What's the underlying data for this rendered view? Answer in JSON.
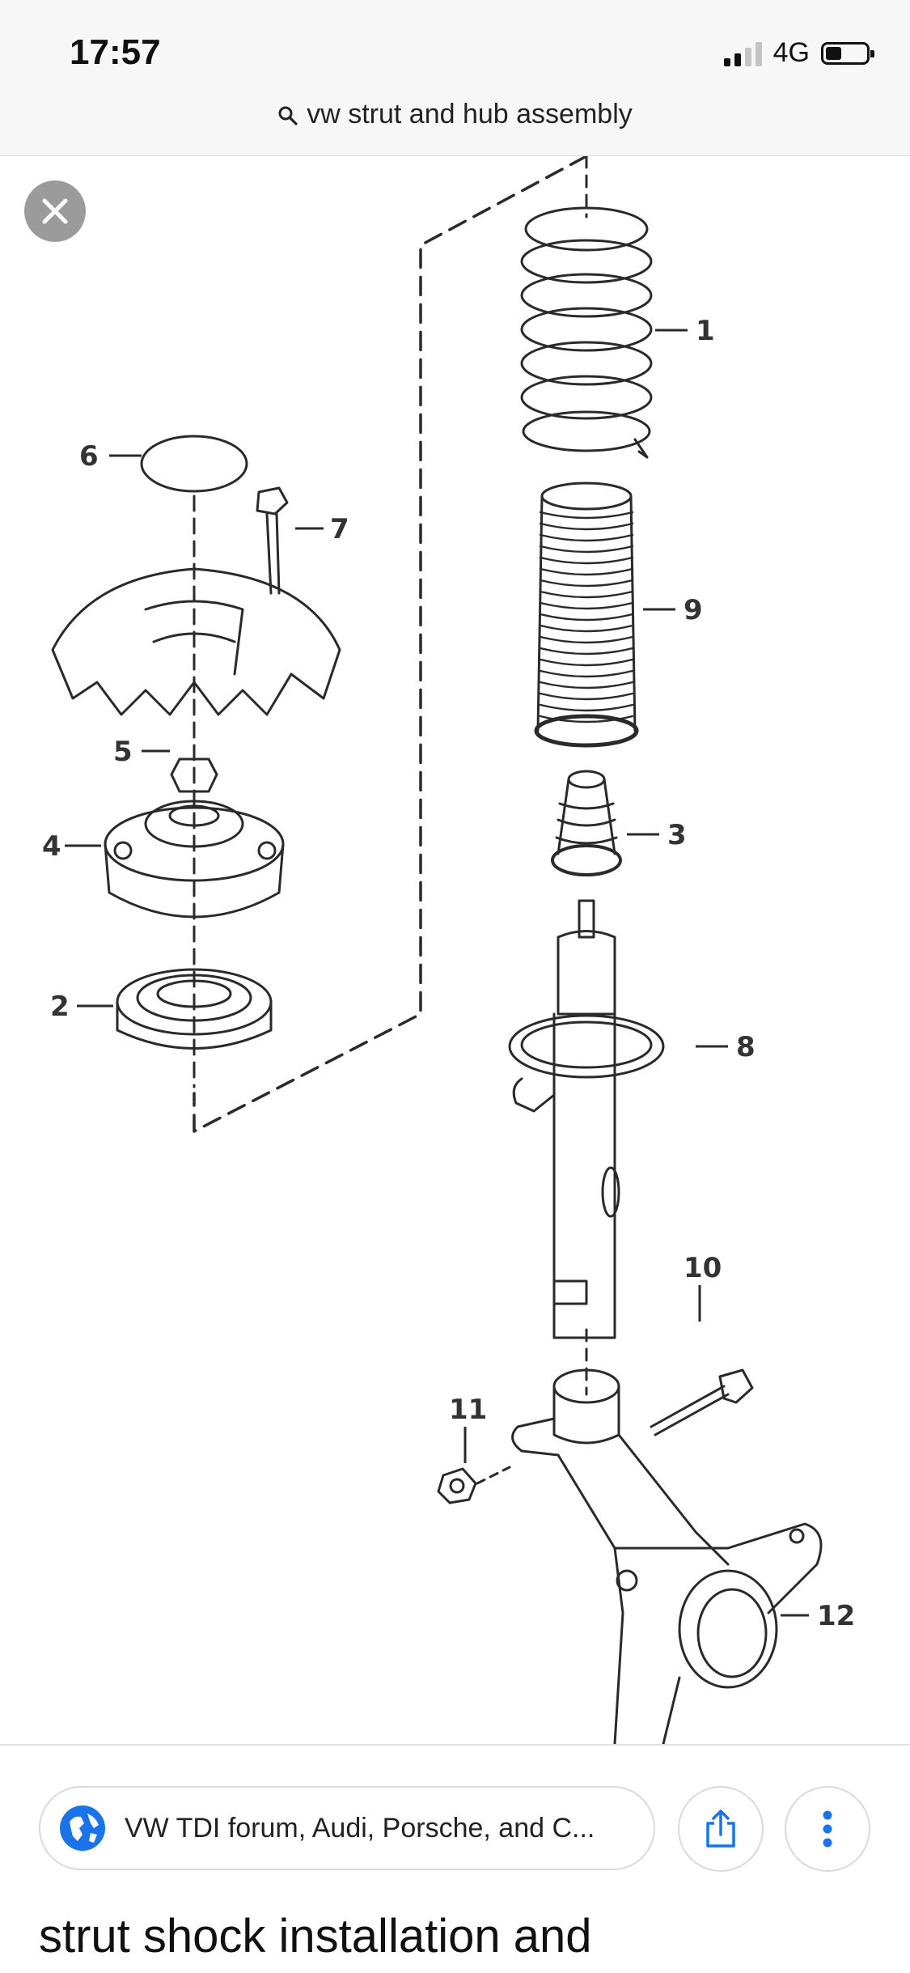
{
  "status_bar": {
    "time": "17:57",
    "network": "4G",
    "signal_bars_active": 2,
    "signal_bars_total": 4,
    "battery_level_percent": 40
  },
  "search": {
    "query": "vw strut and hub assembly",
    "icon": "search-icon"
  },
  "viewer": {
    "close_icon": "close-icon",
    "diagram_labels": [
      "1",
      "9",
      "3",
      "8",
      "6",
      "7",
      "5",
      "4",
      "2",
      "10",
      "11",
      "12"
    ]
  },
  "result": {
    "source": "VW TDI forum, Audi, Porsche, and C...",
    "source_icon": "globe-icon",
    "share_icon": "share-icon",
    "more_icon": "more-vertical-icon",
    "title": "strut shock installation and"
  },
  "colors": {
    "accent": "#1a73e8",
    "close_bg": "#9b9b9b"
  }
}
